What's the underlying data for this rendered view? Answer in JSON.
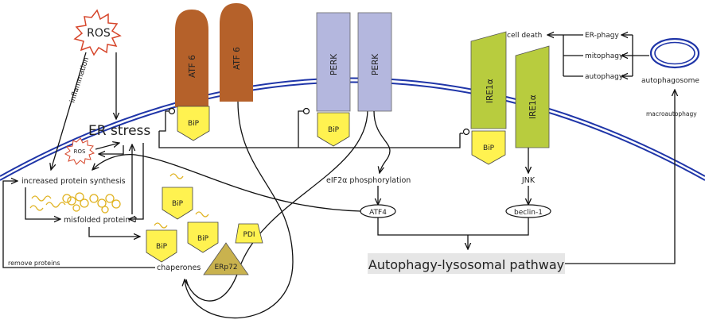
{
  "ros": {
    "main": "ROS",
    "small": "ROS"
  },
  "er_stress": "ER stress",
  "inflammation": "inflammation",
  "atf6": {
    "left": "ATF 6",
    "right": "ATF 6"
  },
  "perk": {
    "left": "PERK",
    "right": "PERK"
  },
  "ire1": {
    "left": "IRE1α",
    "right": "IRE1α"
  },
  "bip": "BiP",
  "pdi": "PDI",
  "erp72": "ERp72",
  "increased_protein_synthesis": "increased protein synthesis",
  "misfolded_protein": "misfolded protein ↑",
  "chaperones": "chaperones",
  "remove_proteins": "remove proteins",
  "eif2a": "eIF2α phosphorylation",
  "atf4": "ATF4",
  "jnk": "JNK",
  "beclin": "beclin-1",
  "autophagy_lysosomal": "Autophagy-lysosomal pathway",
  "cell_death": "cell death",
  "er_phagy": "ER-phagy",
  "mitophagy": "mitophagy",
  "autophagy": "autophagy",
  "autophagosome": "autophagosome",
  "macroautophagy": "macroautophagy",
  "colors": {
    "atf6": "#b5612a",
    "perk": "#b4b7de",
    "ire1": "#b8cc3e",
    "bip": "#fff250",
    "membrane": "#1f35a8",
    "erp72": "#c9b24e",
    "ros_star": "#d6452a",
    "squiggle": "#e0b21f"
  }
}
